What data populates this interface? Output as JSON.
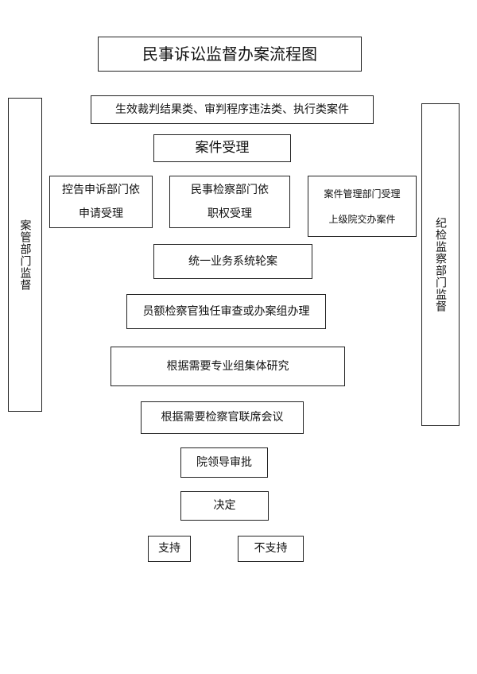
{
  "title": "民事诉讼监督办案流程图",
  "case_types": "生效裁判结果类、审判程序违法类、执行类案件",
  "case_acceptance": "案件受理",
  "sources": {
    "complaint_line1": "控告申诉部门依",
    "complaint_line2": "申请受理",
    "civil_line1": "民事检察部门依",
    "civil_line2": "职权受理",
    "case_mgmt_line1": "案件管理部门受理",
    "case_mgmt_line2": "上级院交办案件"
  },
  "rotation": "统一业务系统轮案",
  "prosecutor_handle": "员额检察官独任审查或办案组办理",
  "group_study": "根据需要专业组集体研究",
  "joint_meeting": "根据需要检察官联席会议",
  "leader_approval": "院领导审批",
  "decision": "决定",
  "outcomes": {
    "support": "支持",
    "not_support": "不支持"
  },
  "side_panels": {
    "left": "案管部门监督",
    "right": "纪检监察部门监督"
  }
}
